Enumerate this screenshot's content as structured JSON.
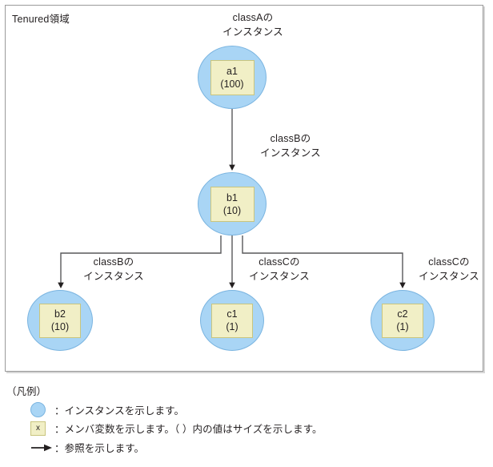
{
  "frame": {
    "title": "Tenured領域"
  },
  "nodes": [
    {
      "id": "a1",
      "name": "a1",
      "size": "(100)"
    },
    {
      "id": "b1",
      "name": "b1",
      "size": "(10)"
    },
    {
      "id": "b2",
      "name": "b2",
      "size": "(10)"
    },
    {
      "id": "c1",
      "name": "c1",
      "size": "(1)"
    },
    {
      "id": "c2",
      "name": "c2",
      "size": "(1)"
    }
  ],
  "edge_labels": {
    "a1": {
      "line1": "classAの",
      "line2": "インスタンス"
    },
    "b1": {
      "line1": "classBの",
      "line2": "インスタンス"
    },
    "b2": {
      "line1": "classBの",
      "line2": "インスタンス"
    },
    "c1": {
      "line1": "classCの",
      "line2": "インスタンス"
    },
    "c2": {
      "line1": "classCの",
      "line2": "インスタンス"
    }
  },
  "legend": {
    "title": "（凡例）",
    "rows": [
      {
        "glyph": "instance-circle",
        "glyph_text": "",
        "text": "：インスタンスを示します。"
      },
      {
        "glyph": "member-box",
        "glyph_text": "x",
        "text": "：メンバ変数を示します。（ ）内の値はサイズを示します。"
      },
      {
        "glyph": "reference-arrow",
        "glyph_text": "",
        "text": "：参照を示します。"
      }
    ]
  },
  "colors": {
    "instance_fill": "#a9d5f5",
    "instance_stroke": "#7ab4e0",
    "member_fill": "#f1efc6",
    "member_stroke": "#c9c57e",
    "edge_stroke": "#58585a",
    "frame_stroke": "#9a9a9a",
    "text": "#231f20"
  }
}
